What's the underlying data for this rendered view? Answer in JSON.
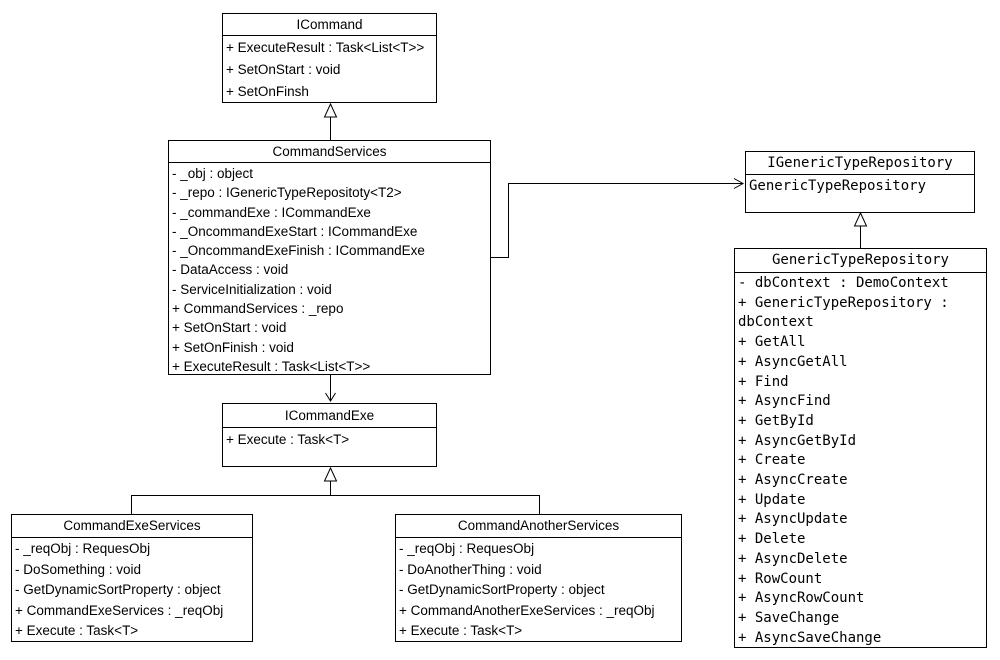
{
  "diagram": {
    "background_color": "#ffffff",
    "line_color": "#000000",
    "classes": [
      {
        "name": "ICommand",
        "members": [
          "+ ExecuteResult : Task<List<T>>",
          "+ SetOnStart : void",
          "+ SetOnFinsh"
        ]
      },
      {
        "name": "CommandServices",
        "members": [
          "- _obj : object",
          "- _repo : IGenericTypeRepositoty<T2>",
          "- _commandExe : ICommandExe",
          "- _OncommandExeStart : ICommandExe",
          "- _OncommandExeFinish : ICommandExe",
          "- DataAccess : void",
          "- ServiceInitialization : void",
          "+ CommandServices : _repo",
          "+ SetOnStart : void",
          "+ SetOnFinish : void",
          "+ ExecuteResult : Task<List<T>>"
        ]
      },
      {
        "name": "IGenericTypeRepository",
        "members": [
          "GenericTypeRepository"
        ]
      },
      {
        "name": "GenericTypeRepository",
        "members": [
          "- dbContext : DemoContext",
          "+ GenericTypeRepository : dbContext",
          "+ GetAll",
          "+ AsyncGetAll",
          "+ Find",
          "+ AsyncFind",
          "+ GetById",
          "+ AsyncGetById",
          "+ Create",
          "+ AsyncCreate",
          "+ Update",
          "+ AsyncUpdate",
          "+ Delete",
          "+ AsyncDelete",
          "+ RowCount",
          "+ AsyncRowCount",
          "+ SaveChange",
          "+ AsyncSaveChange"
        ]
      },
      {
        "name": "ICommandExe",
        "members": [
          "+ Execute : Task<T>"
        ]
      },
      {
        "name": "CommandExeServices",
        "members": [
          "- _reqObj : RequesObj",
          "- DoSomething : void",
          "- GetDynamicSortProperty : object",
          "+ CommandExeServices : _reqObj",
          "+ Execute : Task<T>"
        ]
      },
      {
        "name": "CommandAnotherServices",
        "members": [
          "- _reqObj : RequesObj",
          "- DoAnotherThing : void",
          "- GetDynamicSortProperty : object",
          "+ CommandAnotherExeServices : _reqObj",
          "+ Execute : Task<T>"
        ]
      }
    ],
    "relationships": [
      {
        "from": "CommandServices",
        "to": "ICommand",
        "type": "generalization"
      },
      {
        "from": "CommandServices",
        "to": "ICommandExe",
        "type": "directed-association"
      },
      {
        "from": "CommandServices",
        "to": "IGenericTypeRepository",
        "type": "directed-association"
      },
      {
        "from": "GenericTypeRepository",
        "to": "IGenericTypeRepository",
        "type": "generalization"
      },
      {
        "from": "CommandExeServices",
        "to": "ICommandExe",
        "type": "generalization"
      },
      {
        "from": "CommandAnotherServices",
        "to": "ICommandExe",
        "type": "generalization"
      }
    ]
  }
}
